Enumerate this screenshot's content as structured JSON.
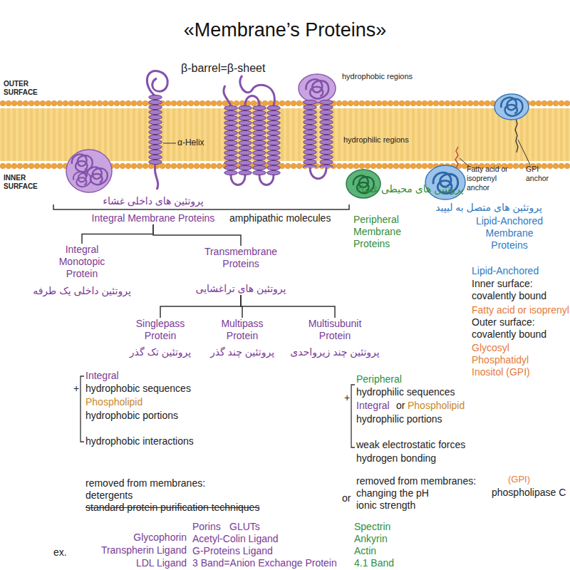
{
  "diagram": {
    "title": "«Membrane’s Proteins»",
    "nodes": [
      {
        "text": [
          "پروتئین های داخلی غشاء",
          "Integral Membrane Proteins"
        ]
      },
      {
        "text": [
          "پروتئین های محیطی غشاء",
          "Peripheral Membrane Proteins"
        ]
      },
      {
        "text": [
          "پروتئین های متصل به لیپید",
          "Lipid-Anchored Membrane Proteins"
        ]
      },
      {
        "text": [
          "Integral Monotopic Protein",
          "پروتئین داخلی یک طرفه"
        ]
      },
      {
        "text": [
          "Transmembrane Proteins",
          "پروتئین های تراغشایی"
        ]
      },
      {
        "text": [
          "Singlepass Protein",
          "پروتئین تک گذر"
        ]
      },
      {
        "text": [
          "Multipass Protein",
          "پروتئین چند گذر"
        ]
      },
      {
        "text": [
          "Multisubunit Protein",
          "پروتئین چند زیرواحدی"
        ]
      }
    ],
    "edges": [
      {
        "from": 0,
        "to": 3,
        "arrow": "none"
      },
      {
        "from": 0,
        "to": 4,
        "arrow": "none"
      },
      {
        "from": 4,
        "to": 5,
        "arrow": "none"
      },
      {
        "from": 4,
        "to": 6,
        "arrow": "none"
      },
      {
        "from": 4,
        "to": 7,
        "arrow": "none"
      }
    ],
    "labels": [
      "OUTER SURFACE",
      "INNER SURFACE",
      "β-barrel=β-sheet",
      "hydrophobic regions",
      "α-Helix",
      "hydrophilic regions",
      "Fatty acid or isoprenyl anchor",
      "GPI anchor",
      "amphipathic molecules",
      "Lipid-Anchored",
      "Inner surface: covalently bound",
      "Fatty acid or isoprenyl",
      "Outer surface: covalently bound",
      "Glycosyl Phosphatidyl Inositol (GPI)",
      "+",
      "Integral",
      "hydrophobic sequences",
      "Phospholipid",
      "hydrophobic portions",
      "hydrophobic interactions",
      "+",
      "Peripheral",
      "hydrophilic sequences",
      "Integral",
      "or",
      "Phospholipid",
      "hydrophilic portions",
      "weak electrostatic forces",
      "hydrogen bonding",
      "removed from membranes:",
      "detergents",
      "standard protein purification techniques",
      "or",
      "removed from membranes:",
      "changing the pH",
      "ionic strength",
      "(GPI)",
      "phospholipase C",
      "ex.",
      "Glycophorin",
      "Transpherin Ligand",
      "LDL Ligand",
      "Porins",
      "GLUTs",
      "Acetyl-Colin Ligand",
      "G-Proteins Ligand",
      "3 Band=Anion Exchange Protein",
      "Spectrin",
      "Ankyrin",
      "Actin",
      "4.1 Band"
    ]
  }
}
